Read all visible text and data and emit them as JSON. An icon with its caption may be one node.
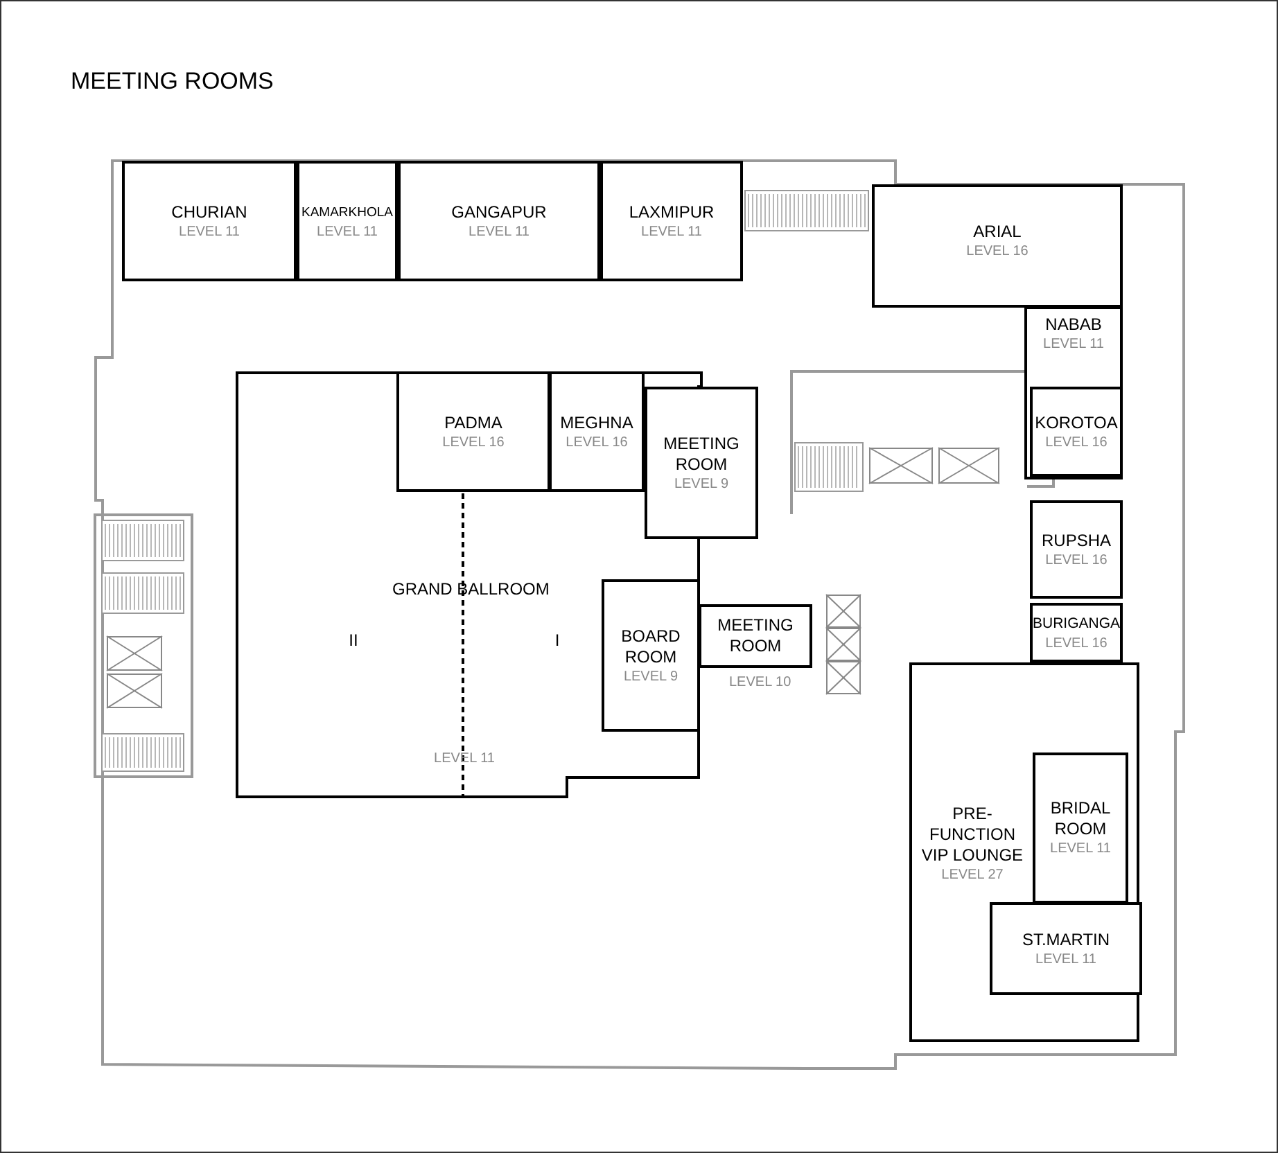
{
  "diagram": {
    "title": "MEETING ROOMS",
    "nodes": [
      {
        "text": [
          "CHURIAN",
          "LEVEL 11"
        ]
      },
      {
        "text": [
          "KAMARKHOLA",
          "LEVEL 11"
        ]
      },
      {
        "text": [
          "GANGAPUR",
          "LEVEL 11"
        ]
      },
      {
        "text": [
          "LAXMIPUR",
          "LEVEL 11"
        ]
      },
      {
        "text": [
          "ARIAL",
          "LEVEL 16"
        ]
      },
      {
        "text": [
          "NABAB",
          "LEVEL 11"
        ]
      },
      {
        "text": [
          "GRAND BALLROOM",
          "II",
          "I",
          "LEVEL 11"
        ]
      },
      {
        "text": [
          "PADMA",
          "LEVEL 16"
        ],
        "in": 6
      },
      {
        "text": [
          "MEGHNA",
          "LEVEL 16"
        ],
        "in": 6
      },
      {
        "text": [
          "MEETING ROOM",
          "LEVEL 9"
        ]
      },
      {
        "text": [
          "KOROTOA",
          "LEVEL 16"
        ],
        "in": 5
      },
      {
        "text": [
          "BOARD ROOM",
          "LEVEL 9"
        ],
        "in": 6
      },
      {
        "text": [
          "MEETING ROOM"
        ],
        "beside": [
          "LEVEL 10"
        ]
      },
      {
        "text": [
          "RUPSHA",
          "LEVEL 16"
        ]
      },
      {
        "text": [
          "BURIGANGA",
          "LEVEL 16"
        ]
      },
      {
        "text": [
          "PRE-FUNCTION VIP LOUNGE",
          "LEVEL 27"
        ]
      },
      {
        "text": [
          "BRIDAL ROOM",
          "LEVEL 11"
        ],
        "in": 15
      },
      {
        "text": [
          "ST.MARTIN",
          "LEVEL 11"
        ],
        "in": 15
      }
    ]
  }
}
